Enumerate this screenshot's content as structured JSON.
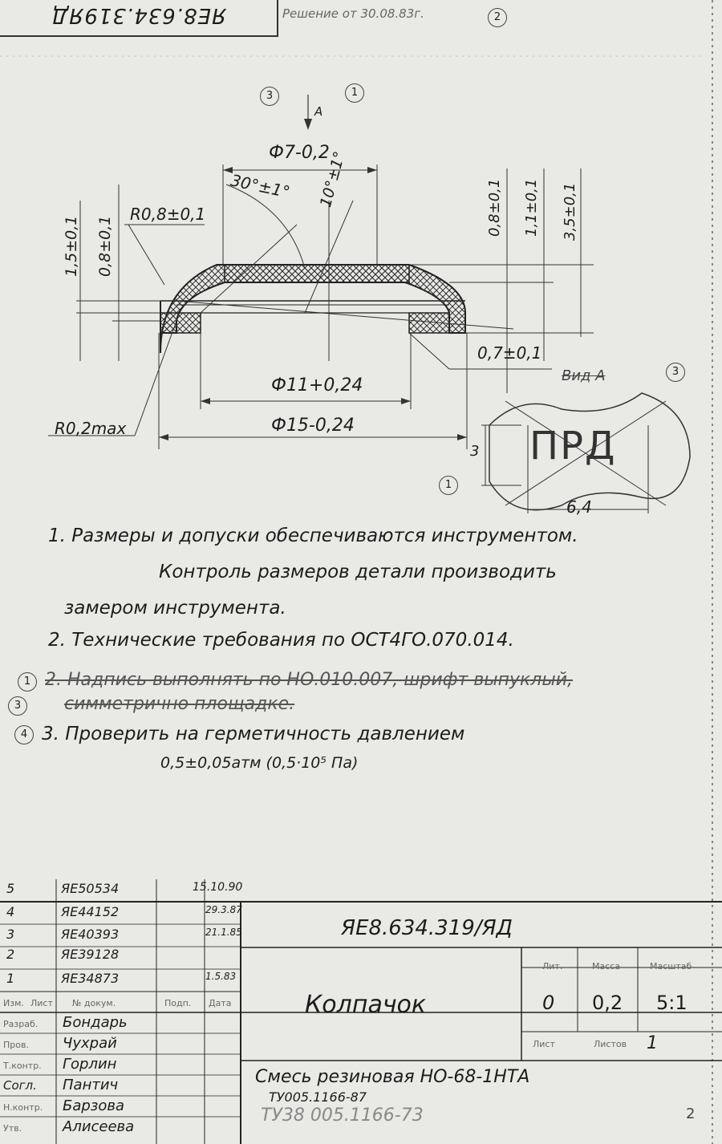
{
  "stamp": {
    "code": "ЯЕ8.634.319ЯД"
  },
  "decision": "Решение от 30.08.83г.",
  "drawing": {
    "dims": {
      "dia7": "Ф7-0,2",
      "angle30": "30°±1°",
      "angle10": "10°±1°",
      "r08": "R0,8±0,1",
      "h15": "1,5±0,1",
      "h08left": "0,8±0,1",
      "h08right": "0,8±0,1",
      "h11": "1,1±0,1",
      "h35": "3,5±0,1",
      "t07": "0,7±0,1",
      "dia11": "Ф11+0,24",
      "dia15": "Ф15-0,24",
      "r02": "R0,2max",
      "view_label": "Вид А",
      "view_arrow": "А",
      "mark_text": "ПРД",
      "mark_h": "3",
      "mark_w": "6,4"
    },
    "callouts": {
      "c1": "1",
      "c3": "3"
    }
  },
  "notes": {
    "n1a": "1. Размеры и допуски обеспечиваются инструментом.",
    "n1b": "Контроль размеров детали производить",
    "n1c": "замером инструмента.",
    "n2": "2. Технические требования по ОСТ4ГО.070.014.",
    "struck1": "2. Надпись выполнять по НО.010.007, шрифт выпуклый,",
    "struck2": "симметрично площадке.",
    "n3": "3. Проверить на герметичность давлением",
    "n3b": "0,5±0,05атм (0,5·10⁵ Па)",
    "marks": {
      "m1": "1",
      "m3": "3",
      "m4": "4"
    }
  },
  "title_block": {
    "designation": "ЯЕ8.634.319/ЯД",
    "name": "Колпачок",
    "material1": "Смесь резиновая НО-68-1НТА",
    "material2": "ТУ005.1166-87",
    "material_old": "ТУ38 005.1166-73",
    "lit": "0",
    "mass": "0,2",
    "scale": "5:1",
    "sheets": "1",
    "h_lit": "Лит.",
    "h_mass": "Масса",
    "h_scale": "Масштаб",
    "h_sheet": "Лист",
    "h_sheets": "Листов",
    "page": "2",
    "rev_rows": [
      {
        "n": "5",
        "doc": "ЯЕ50534",
        "date": "15.10.90"
      },
      {
        "n": "4",
        "doc": "ЯЕ44152",
        "date": "29.3.87"
      },
      {
        "n": "3",
        "doc": "ЯЕ40393",
        "date": "21.1.85"
      },
      {
        "n": "2",
        "doc": "ЯЕ39128",
        "date": ""
      },
      {
        "n": "1",
        "doc": "ЯЕ34873",
        "date": "1.5.83"
      }
    ],
    "h_izm": "Изм.",
    "h_list": "Лист",
    "h_ndoc": "№ докум.",
    "h_podp": "Подп.",
    "h_data": "Дата",
    "roles": [
      "Разраб.",
      "Пров.",
      "Т.контр.",
      "Согл.",
      "Н.контр.",
      "Утв."
    ],
    "people": [
      "Бондарь",
      "Чухрай",
      "Горлин",
      "Пантич",
      "Барзова",
      "Алисеева"
    ]
  }
}
